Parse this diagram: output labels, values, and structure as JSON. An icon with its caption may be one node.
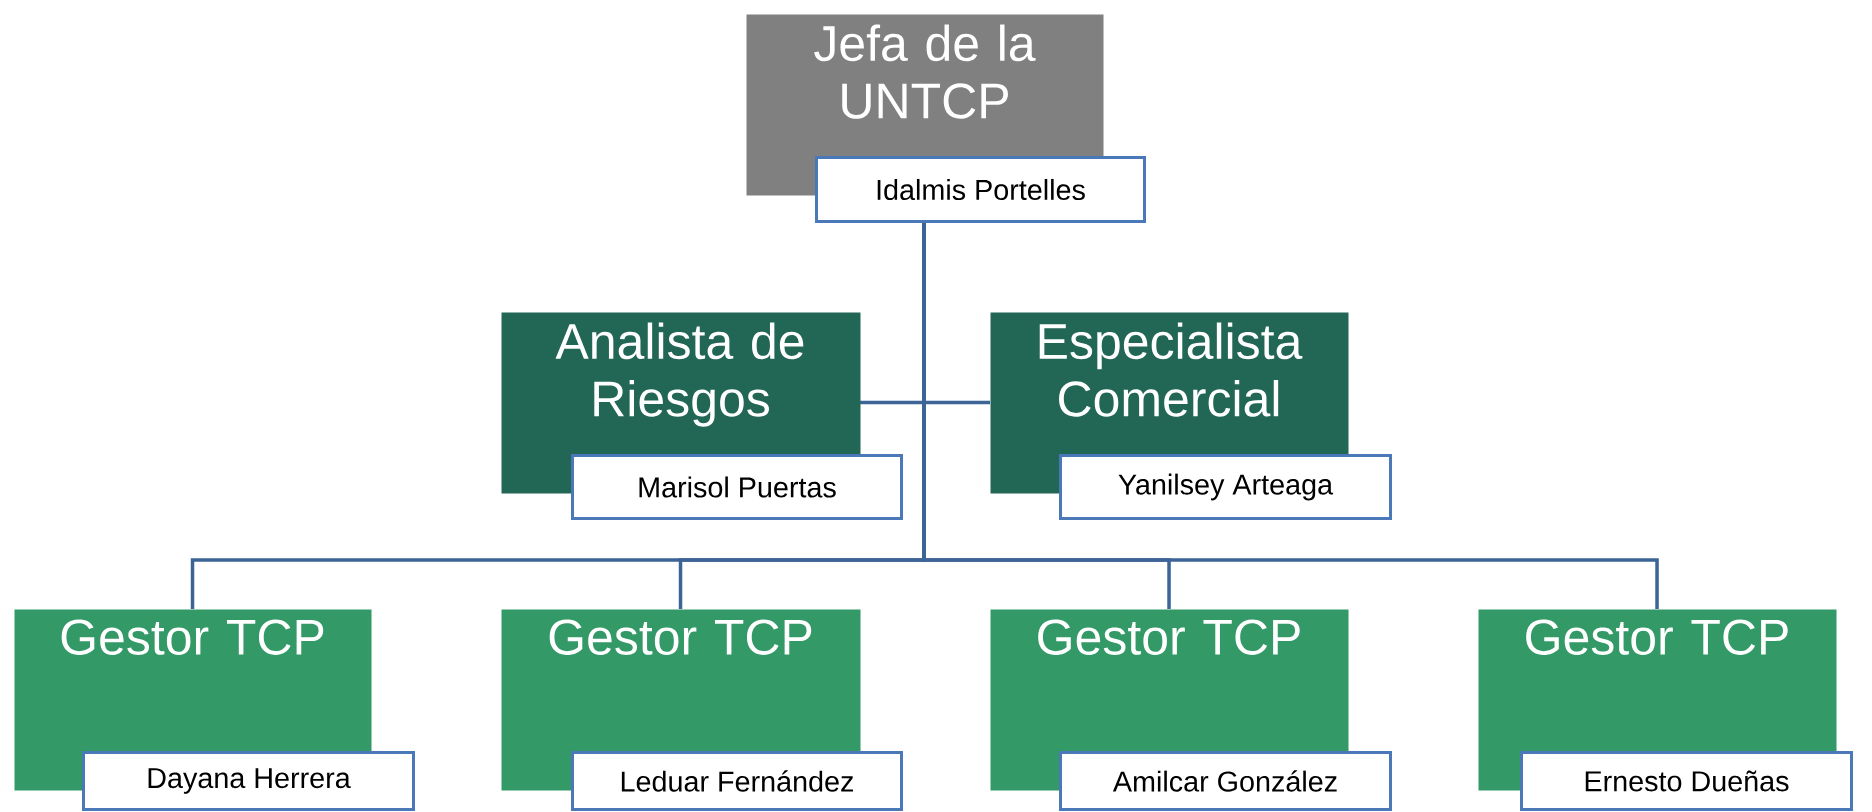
{
  "diagram": {
    "nodes": [
      {
        "text": [
          "Jefa de la UNTCP",
          "Idalmis Portelles"
        ]
      },
      {
        "text": [
          "Analista de Riesgos",
          "Marisol Puertas"
        ]
      },
      {
        "text": [
          "Especialista Comercial",
          "Yanilsey Arteaga"
        ]
      },
      {
        "text": [
          "Gestor TCP",
          "Dayana Herrera"
        ]
      },
      {
        "text": [
          "Gestor TCP",
          "Leduar Fernández"
        ]
      },
      {
        "text": [
          "Gestor TCP",
          "Amilcar González"
        ]
      },
      {
        "text": [
          "Gestor TCP",
          "Ernesto Dueñas"
        ]
      }
    ],
    "edges": [
      {
        "from": 0,
        "to": 1,
        "arrow": "none"
      },
      {
        "from": 0,
        "to": 2,
        "arrow": "none"
      },
      {
        "from": 0,
        "to": 3,
        "arrow": "none"
      },
      {
        "from": 0,
        "to": 4,
        "arrow": "none"
      },
      {
        "from": 0,
        "to": 5,
        "arrow": "none"
      },
      {
        "from": 0,
        "to": 6,
        "arrow": "none"
      }
    ]
  }
}
